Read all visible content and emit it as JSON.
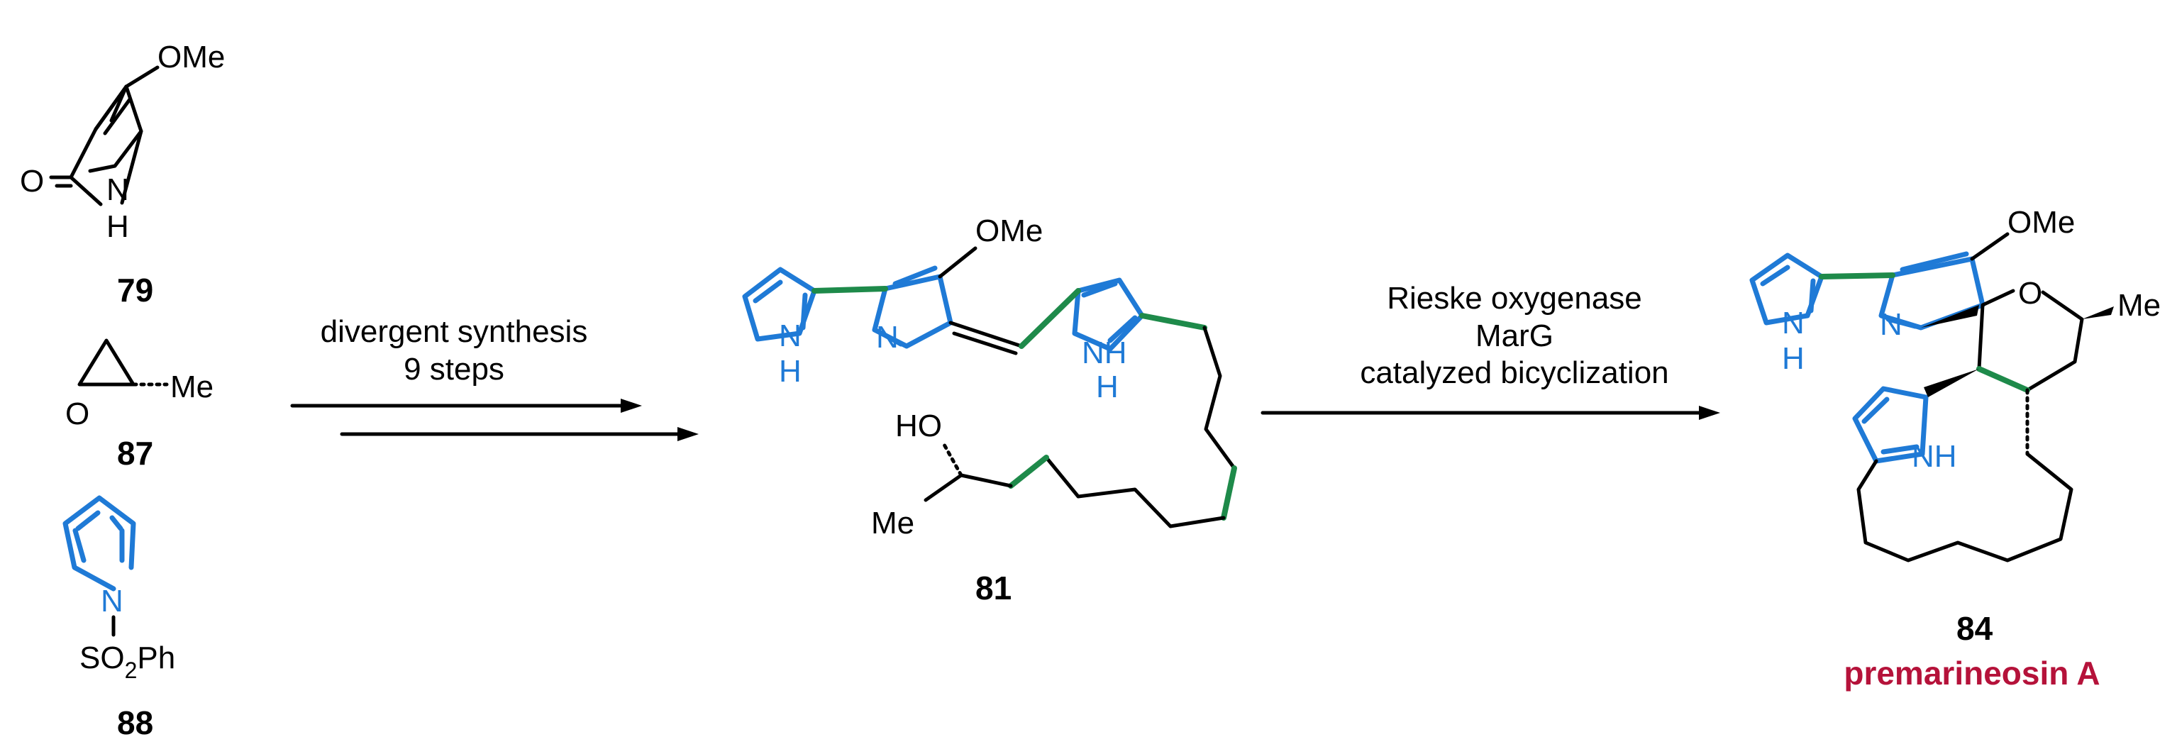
{
  "colors": {
    "blue": "#1f7ad6",
    "green": "#1e8a4a",
    "name_red": "#b5123a"
  },
  "compounds": {
    "c79": {
      "number": "79",
      "ome": "OMe",
      "o": "O",
      "n": "N",
      "h": "H"
    },
    "c87": {
      "number": "87",
      "o": "O",
      "me": "Me"
    },
    "c88": {
      "number": "88",
      "n": "N",
      "so2": "SO",
      "sub2": "2",
      "ph": "Ph"
    },
    "c81": {
      "number": "81",
      "ome": "OMe",
      "n": "N",
      "nh1_n": "N",
      "nh1_h": "H",
      "nh2": "NH",
      "nh2_h": "H",
      "ho": "HO",
      "me": "Me"
    },
    "c84": {
      "number": "84",
      "name": "premarineosin A",
      "ome": "OMe",
      "o": "O",
      "me": "Me",
      "n": "N",
      "nh1_n": "N",
      "nh1_h": "H",
      "nh2": "NH"
    }
  },
  "arrow1": {
    "line1": "divergent synthesis",
    "line2": "9 steps"
  },
  "arrow2": {
    "line1": "Rieske oxygenase",
    "line2": "MarG",
    "line3": "catalyzed bicyclization"
  }
}
